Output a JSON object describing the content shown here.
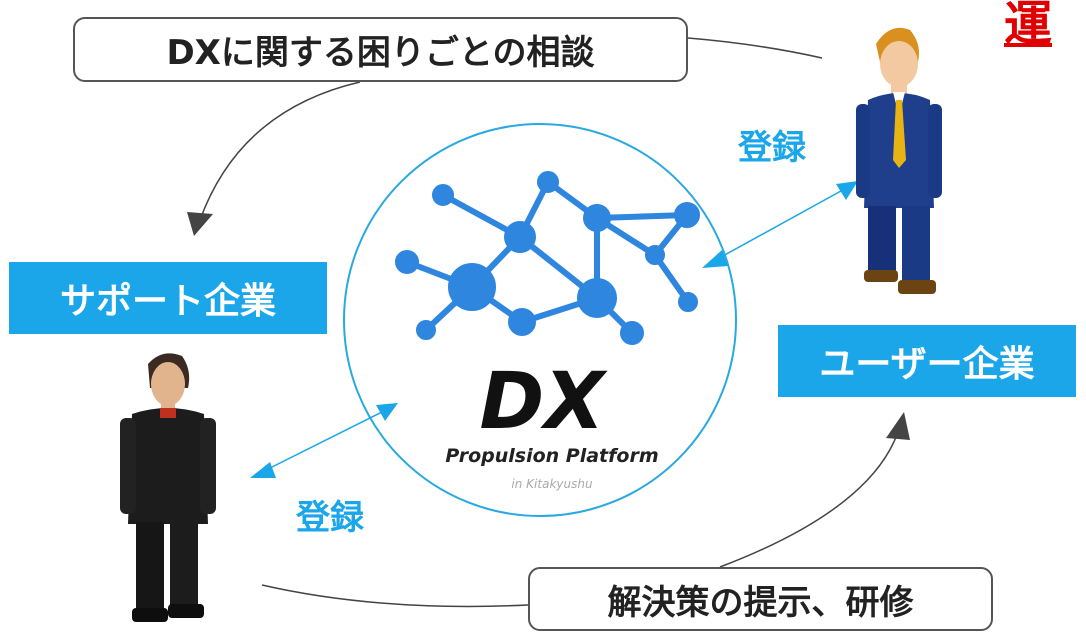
{
  "labels": {
    "consult": "DXに関する困りごとの相談",
    "solution": "解決策の提示、研修",
    "support": "サポート企業",
    "user": "ユーザー企業",
    "register_top": "登録",
    "register_bottom": "登録",
    "corner": "運"
  },
  "logo": {
    "title": "DX",
    "subtitle": "Propulsion Platform",
    "tagline": "in Kitakyushu"
  },
  "colors": {
    "accent": "#1AA6E8",
    "circle": "#29A9E0",
    "network": "#2E86DE",
    "arrow": "#444444",
    "corner": "#E00000"
  },
  "icons": {
    "user_person": "businessman-blue-suit",
    "support_person": "businessman-black-suit",
    "logo_graphic": "network-graph"
  }
}
